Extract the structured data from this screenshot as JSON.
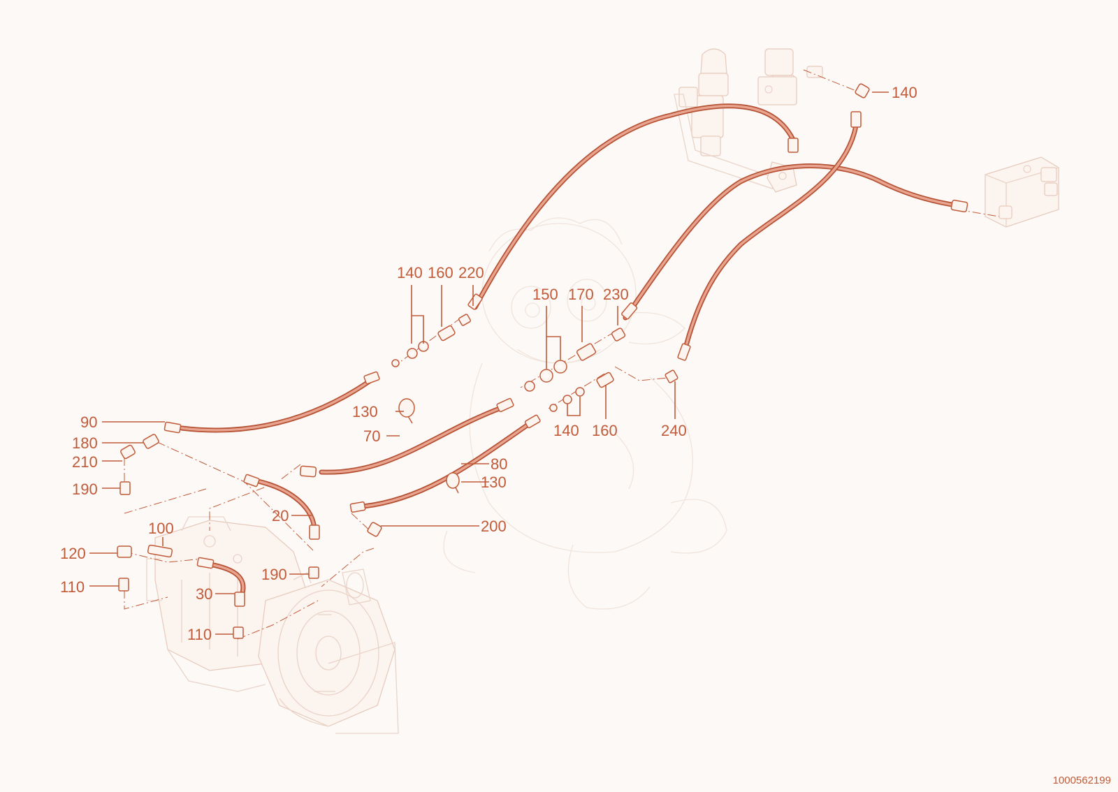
{
  "document_number": "1000562199",
  "colors": {
    "accent": "#c05a38",
    "hose": "#c8654a",
    "background": "#fcf9f6"
  },
  "callouts": {
    "c_140_top": "140",
    "c_140_a": "140",
    "c_160_a": "160",
    "c_220": "220",
    "c_150": "150",
    "c_170": "170",
    "c_230": "230",
    "c_130_a": "130",
    "c_70": "70",
    "c_140_b": "140",
    "c_160_b": "160",
    "c_240": "240",
    "c_90": "90",
    "c_180": "180",
    "c_210": "210",
    "c_190_a": "190",
    "c_80": "80",
    "c_130_b": "130",
    "c_20": "20",
    "c_200": "200",
    "c_100": "100",
    "c_120": "120",
    "c_110_a": "110",
    "c_190_b": "190",
    "c_30": "30",
    "c_110_b": "110"
  }
}
